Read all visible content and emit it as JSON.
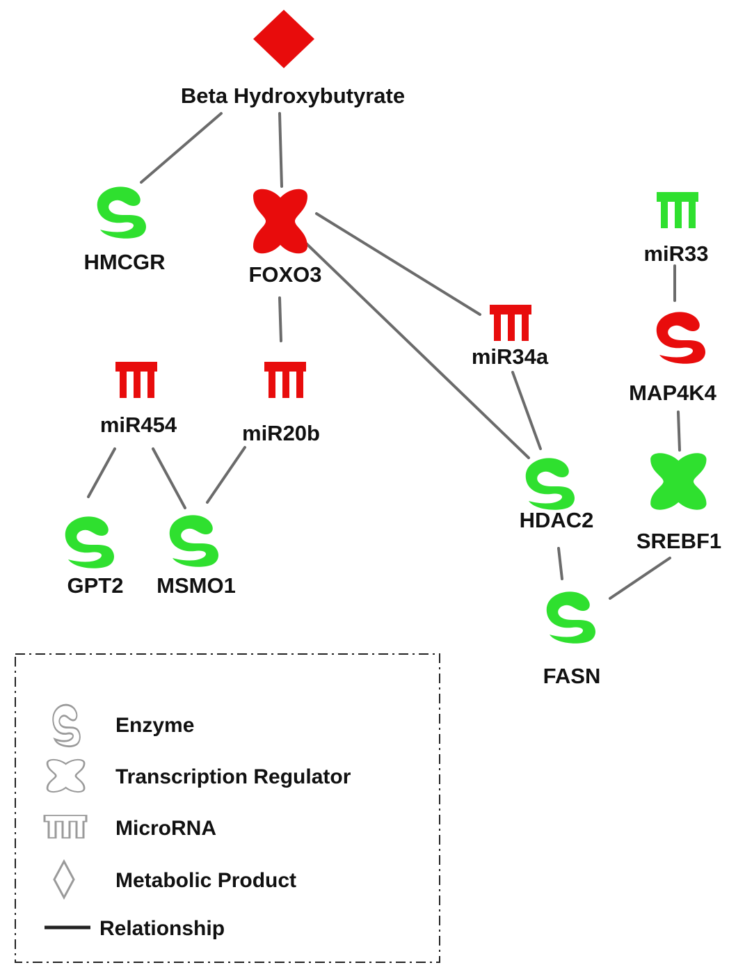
{
  "colors": {
    "upregulated": "#e80c0c",
    "downregulated": "#2fe02f",
    "edge": "#6b6b6b",
    "legend_icon": "#9a9a9a"
  },
  "nodes": {
    "bhb": {
      "label": "Beta Hydroxybutyrate",
      "kind": "metabolic-product",
      "regulation": "up"
    },
    "hmcgr": {
      "label": "HMCGR",
      "kind": "enzyme",
      "regulation": "down"
    },
    "foxo3": {
      "label": "FOXO3",
      "kind": "transcription-regulator",
      "regulation": "up"
    },
    "mir33": {
      "label": "miR33",
      "kind": "microrna",
      "regulation": "down"
    },
    "mir34a": {
      "label": "miR34a",
      "kind": "microrna",
      "regulation": "up"
    },
    "map4k4": {
      "label": "MAP4K4",
      "kind": "enzyme",
      "regulation": "up"
    },
    "mir454": {
      "label": "miR454",
      "kind": "microrna",
      "regulation": "up"
    },
    "mir20b": {
      "label": "miR20b",
      "kind": "microrna",
      "regulation": "up"
    },
    "hdac2": {
      "label": "HDAC2",
      "kind": "enzyme",
      "regulation": "down"
    },
    "srebf1": {
      "label": "SREBF1",
      "kind": "transcription-regulator",
      "regulation": "down"
    },
    "gpt2": {
      "label": "GPT2",
      "kind": "enzyme",
      "regulation": "down"
    },
    "msmo1": {
      "label": "MSMO1",
      "kind": "enzyme",
      "regulation": "down"
    },
    "fasn": {
      "label": "FASN",
      "kind": "enzyme",
      "regulation": "down"
    }
  },
  "edges": [
    [
      "bhb",
      "hmcgr"
    ],
    [
      "bhb",
      "foxo3"
    ],
    [
      "foxo3",
      "mir20b"
    ],
    [
      "foxo3",
      "mir34a"
    ],
    [
      "foxo3",
      "hdac2"
    ],
    [
      "mir34a",
      "hdac2"
    ],
    [
      "mir33",
      "map4k4"
    ],
    [
      "map4k4",
      "srebf1"
    ],
    [
      "mir454",
      "gpt2"
    ],
    [
      "mir454",
      "msmo1"
    ],
    [
      "mir20b",
      "msmo1"
    ],
    [
      "hdac2",
      "fasn"
    ],
    [
      "srebf1",
      "fasn"
    ]
  ],
  "legend": {
    "enzyme": "Enzyme",
    "transcription_regulator": "Transcription Regulator",
    "microrna": "MicroRNA",
    "metabolic_product": "Metabolic Product",
    "relationship": "Relationship"
  }
}
